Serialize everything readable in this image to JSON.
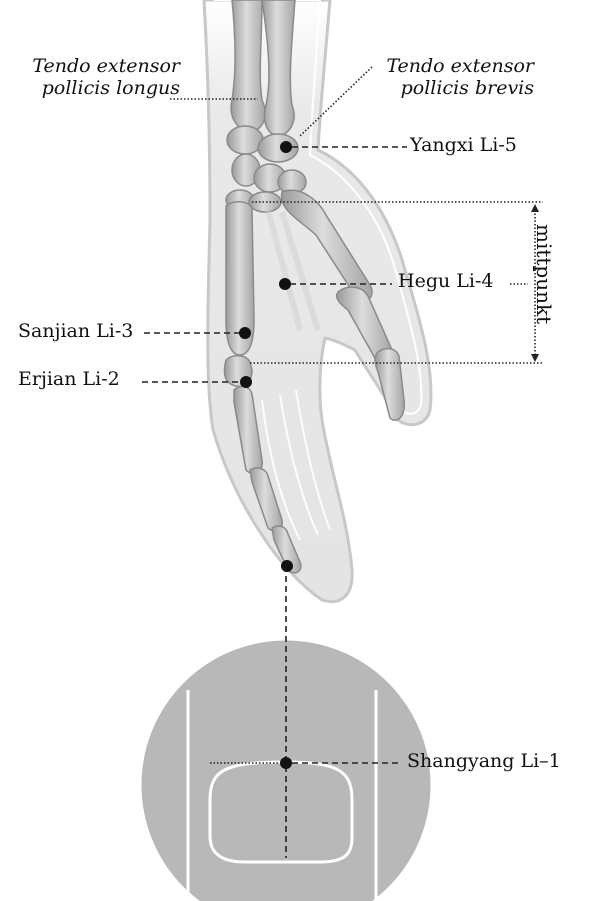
{
  "labels": {
    "epl_line1": "Tendo extensor",
    "epl_line2": "pollicis longus",
    "epb_line1": "Tendo extensor",
    "epb_line2": "pollicis brevis",
    "yangxi": "Yangxi Li-5",
    "hegu": "Hegu Li-4",
    "sanjian": "Sanjian Li-3",
    "erjian": "Erjian Li-2",
    "shangyang": "Shangyang Li–1",
    "mittpunkt": "mittpunkt"
  },
  "colors": {
    "skin_fill": "#e6e6e6",
    "skin_outline": "#c4c4c4",
    "bone_fill": "#cfcfcf",
    "bone_dark": "#8f8f8f",
    "circle_fill": "#b8b8b8",
    "nail_line": "#ffffff",
    "point": "#111111",
    "leader": "#222222"
  }
}
